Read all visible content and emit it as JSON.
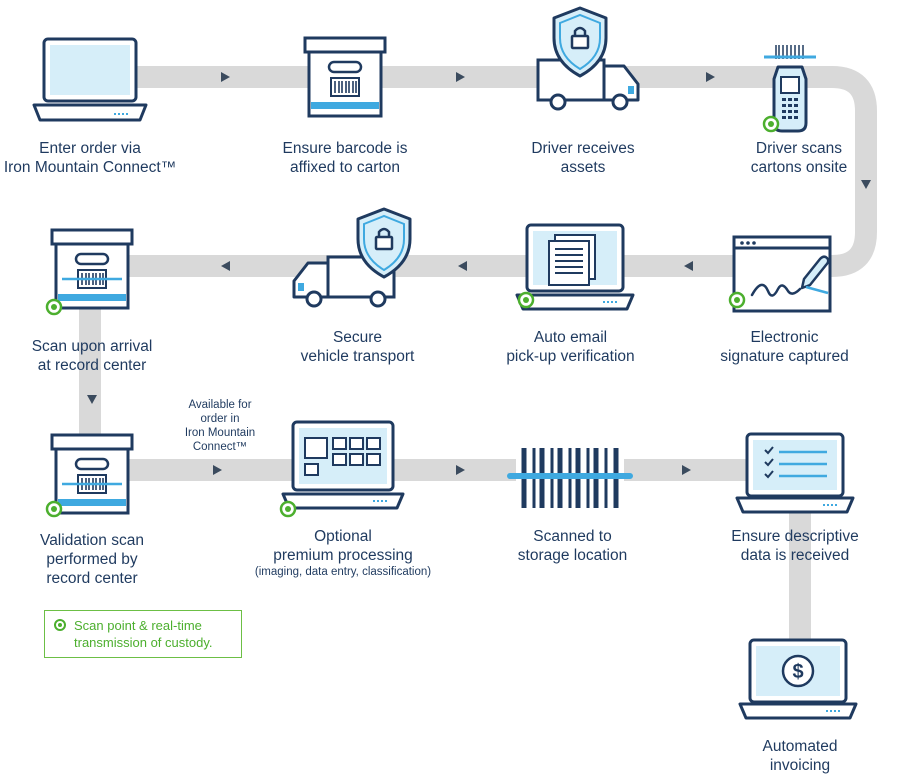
{
  "steps": {
    "s1": {
      "line1": "Enter order via",
      "line2": "Iron Mountain Connect™"
    },
    "s2": {
      "line1": "Ensure barcode is",
      "line2": "affixed to carton"
    },
    "s3": {
      "line1": "Driver receives",
      "line2": "assets"
    },
    "s4": {
      "line1": "Driver scans",
      "line2": "cartons onsite"
    },
    "s5": {
      "line1": "Electronic",
      "line2": "signature captured"
    },
    "s6": {
      "line1": "Auto email",
      "line2": "pick-up verification"
    },
    "s7": {
      "line1": "Secure",
      "line2": "vehicle transport"
    },
    "s8": {
      "line1": "Scan upon arrival",
      "line2": "at record center"
    },
    "s9": {
      "line1": "Validation scan",
      "line2": "performed by",
      "line3": "record center"
    },
    "s10": {
      "line1": "Optional",
      "line2": "premium processing",
      "line3": "(imaging, data entry, classification)"
    },
    "s11": {
      "line1": "Scanned to",
      "line2": "storage location"
    },
    "s12": {
      "line1": "Ensure descriptive",
      "line2": "data is received"
    },
    "s13": {
      "line1": "Automated",
      "line2": "invoicing"
    }
  },
  "note": {
    "line1": "Available for",
    "line2": "order in",
    "line3": "Iron Mountain",
    "line4": "Connect™"
  },
  "legend": {
    "line1": "Scan point & real-time",
    "line2": "transmission of custody."
  },
  "colors": {
    "navy": "#1f3a5f",
    "track": "#d9d9d9",
    "accent": "#3fa9e0",
    "light": "#d6eef9",
    "green": "#4caf2e"
  },
  "icons": [
    "laptop-icon",
    "barcode-box-icon",
    "secure-truck-icon",
    "handheld-scanner-icon",
    "signature-window-icon",
    "email-laptop-icon",
    "barcode-box-icon",
    "laptop-grid-icon",
    "barcode-icon",
    "checklist-laptop-icon",
    "dollar-laptop-icon",
    "scan-point-icon"
  ]
}
